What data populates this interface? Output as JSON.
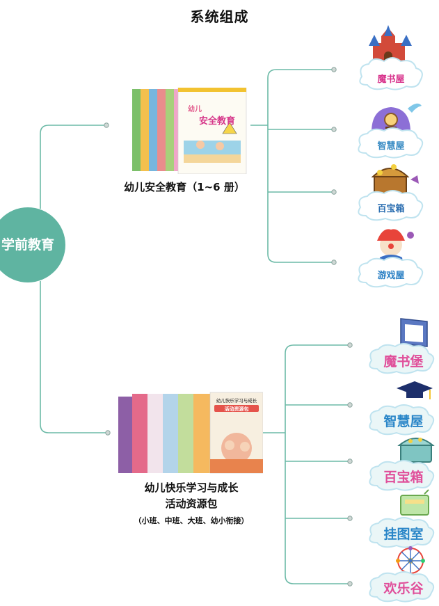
{
  "title": "系统组成",
  "root": {
    "label": "学前教育"
  },
  "branches": [
    {
      "book_cover": {
        "title_line1": "幼儿",
        "title_line2": "安全教育"
      },
      "caption_lines": [
        "幼儿安全教育（1~6 册）"
      ],
      "modules": [
        {
          "label": "魔书屋",
          "icon": "castle-icon"
        },
        {
          "label": "智慧屋",
          "icon": "house-icon"
        },
        {
          "label": "百宝箱",
          "icon": "treasure-chest-icon"
        },
        {
          "label": "游戏屋",
          "icon": "clown-icon"
        }
      ]
    },
    {
      "book_cover": {
        "title_line1": "幼儿快乐学习与成长",
        "title_line2": "活动资源包"
      },
      "caption_lines": [
        "幼儿快乐学习与成长",
        "活动资源包",
        "（小班、中班、大班、幼小衔接）"
      ],
      "modules": [
        {
          "label": "魔书堡",
          "icon": "book-icon"
        },
        {
          "label": "智慧屋",
          "icon": "graduation-cap-icon"
        },
        {
          "label": "百宝箱",
          "icon": "treasure-chest-icon"
        },
        {
          "label": "挂图室",
          "icon": "picture-book-icon"
        },
        {
          "label": "欢乐谷",
          "icon": "ferris-wheel-icon"
        }
      ]
    }
  ]
}
